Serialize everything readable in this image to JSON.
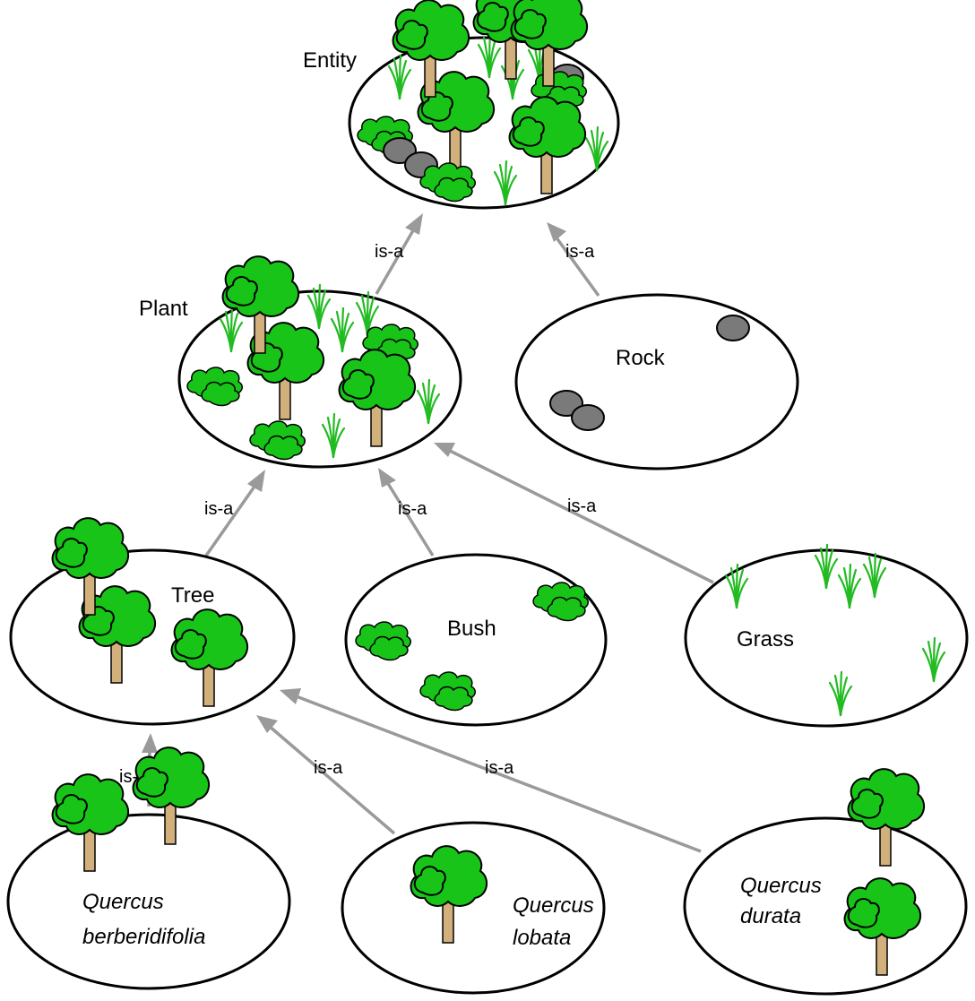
{
  "nodes": {
    "entity": {
      "label": "Entity"
    },
    "plant": {
      "label": "Plant"
    },
    "rock": {
      "label": "Rock"
    },
    "tree": {
      "label": "Tree"
    },
    "bush": {
      "label": "Bush"
    },
    "grass": {
      "label": "Grass"
    },
    "q_berberidifolia": {
      "line1": "Quercus",
      "line2": "berberidifolia"
    },
    "q_lobata": {
      "line1": "Quercus",
      "line2": "lobata"
    },
    "q_durata": {
      "line1": "Quercus",
      "line2": "durata"
    }
  },
  "edges": {
    "plant_entity": "is-a",
    "rock_entity": "is-a",
    "tree_plant": "is-a",
    "bush_plant": "is-a",
    "grass_plant": "is-a",
    "qb_tree": "is-a",
    "ql_tree": "is-a",
    "qd_tree": "is-a"
  },
  "icons": {
    "tree": "tree-icon",
    "bush": "bush-icon",
    "grass": "grass-icon",
    "rock": "rock-icon"
  },
  "colors": {
    "foliage": "#18c418",
    "trunk": "#d2b07c",
    "rock": "#7a7a7a",
    "edge": "#9a9a9a"
  }
}
